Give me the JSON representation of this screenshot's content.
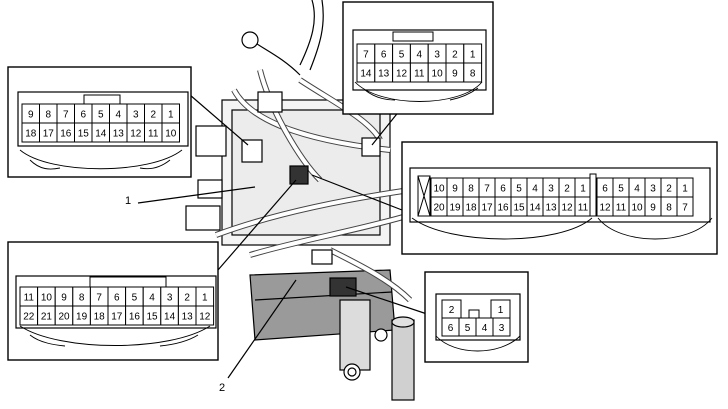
{
  "callouts": {
    "item_1": "1",
    "item_2": "2"
  },
  "connectors": [
    {
      "id": "c18",
      "rows": [
        [
          "9",
          "8",
          "7",
          "6",
          "5",
          "4",
          "3",
          "2",
          "1"
        ],
        [
          "18",
          "17",
          "16",
          "15",
          "14",
          "13",
          "12",
          "11",
          "10"
        ]
      ]
    },
    {
      "id": "c14",
      "rows": [
        [
          "7",
          "6",
          "5",
          "4",
          "3",
          "2",
          "1"
        ],
        [
          "14",
          "13",
          "12",
          "11",
          "10",
          "9",
          "8"
        ]
      ]
    },
    {
      "id": "c32",
      "blocks": [
        {
          "rows": [
            [
              "10",
              "9",
              "8",
              "7",
              "6",
              "5",
              "4",
              "3",
              "2",
              "1"
            ],
            [
              "20",
              "19",
              "18",
              "17",
              "16",
              "15",
              "14",
              "13",
              "12",
              "11"
            ]
          ]
        },
        {
          "rows": [
            [
              "6",
              "5",
              "4",
              "3",
              "2",
              "1"
            ],
            [
              "12",
              "11",
              "10",
              "9",
              "8",
              "7"
            ]
          ]
        }
      ]
    },
    {
      "id": "c22",
      "rows": [
        [
          "11",
          "10",
          "9",
          "8",
          "7",
          "6",
          "5",
          "4",
          "3",
          "2",
          "1"
        ],
        [
          "22",
          "21",
          "20",
          "19",
          "18",
          "17",
          "16",
          "15",
          "14",
          "13",
          "12"
        ]
      ]
    },
    {
      "id": "c6",
      "top": [
        "2",
        "1"
      ],
      "bottom": [
        "6",
        "5",
        "4",
        "3"
      ]
    }
  ],
  "colors": {
    "line": "#000000",
    "background": "#ffffff",
    "shade": "#7a7a7a"
  }
}
